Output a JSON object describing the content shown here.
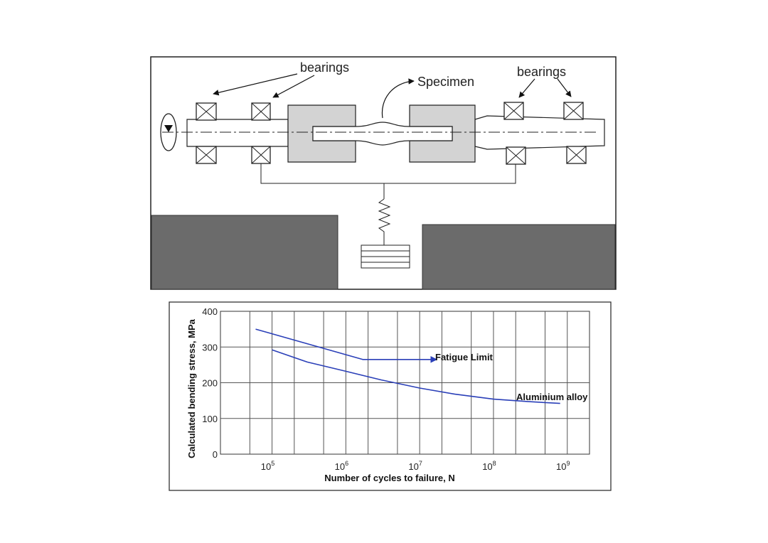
{
  "machine": {
    "labels": {
      "bearings_left": "bearings",
      "specimen": "Specimen",
      "bearings_right": "bearings"
    }
  },
  "chart_data": {
    "type": "line",
    "xscale": "log",
    "xlim": [
      20000,
      2000000000
    ],
    "ylim": [
      0,
      400
    ],
    "xlabel": "Number of cycles to  failure, N",
    "ylabel": "Calculated bending stress, MPa",
    "x_ticks": [
      {
        "base": "10",
        "exp": "5"
      },
      {
        "base": "10",
        "exp": "6"
      },
      {
        "base": "10",
        "exp": "7"
      },
      {
        "base": "10",
        "exp": "8"
      },
      {
        "base": "10",
        "exp": "9"
      }
    ],
    "y_ticks": [
      "0",
      "100",
      "200",
      "300",
      "400"
    ],
    "grid": true,
    "series": [
      {
        "name": "Fatigue Limit",
        "color": "#2a3fb8",
        "x": [
          60000,
          1700000,
          17000000
        ],
        "y": [
          350,
          265,
          265
        ]
      },
      {
        "name": "Aluminium alloy",
        "color": "#2a3fb8",
        "x": [
          100000,
          300000,
          1000000,
          3000000,
          10000000,
          30000000,
          100000000,
          300000000,
          800000000
        ],
        "y": [
          292,
          258,
          232,
          208,
          185,
          168,
          154,
          147,
          142
        ]
      }
    ]
  }
}
